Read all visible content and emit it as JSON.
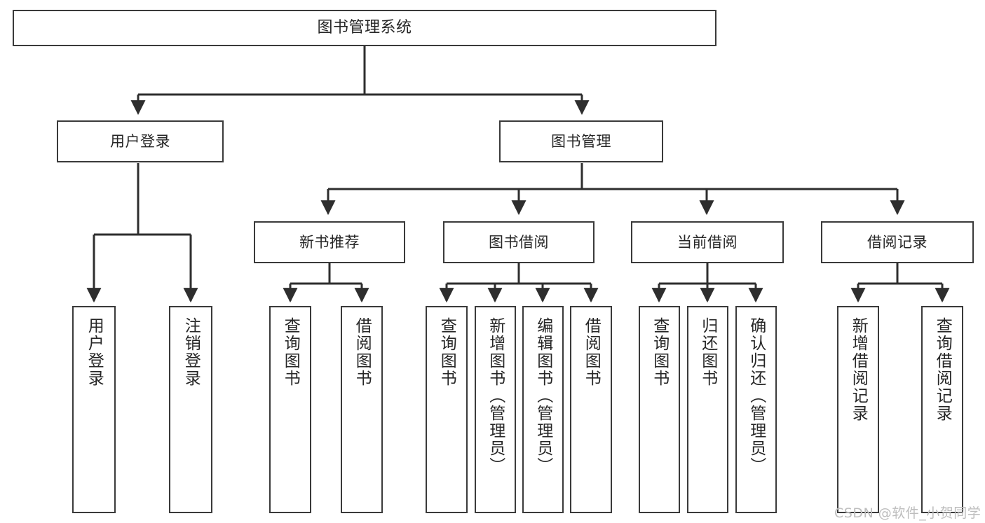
{
  "diagram": {
    "type": "tree",
    "title": "图书管理系统",
    "levels": {
      "level1": {
        "label": "图书管理系统"
      },
      "level2": [
        {
          "label": "用户登录"
        },
        {
          "label": "图书管理"
        }
      ],
      "level3": [
        {
          "label": "新书推荐"
        },
        {
          "label": "图书借阅"
        },
        {
          "label": "当前借阅"
        },
        {
          "label": "借阅记录"
        }
      ],
      "level4": [
        {
          "label": "用户登录",
          "parent": "用户登录"
        },
        {
          "label": "注销登录",
          "parent": "用户登录"
        },
        {
          "label": "查询图书",
          "parent": "新书推荐"
        },
        {
          "label": "借阅图书",
          "parent": "新书推荐"
        },
        {
          "label": "查询图书",
          "parent": "图书借阅"
        },
        {
          "label": "新增图书（管理员）",
          "parent": "图书借阅"
        },
        {
          "label": "编辑图书（管理员）",
          "parent": "图书借阅"
        },
        {
          "label": "借阅图书",
          "parent": "图书借阅"
        },
        {
          "label": "查询图书",
          "parent": "当前借阅"
        },
        {
          "label": "归还图书",
          "parent": "当前借阅"
        },
        {
          "label": "确认归还（管理员）",
          "parent": "当前借阅"
        },
        {
          "label": "新增借阅记录",
          "parent": "借阅记录"
        },
        {
          "label": "查询借阅记录",
          "parent": "借阅记录"
        }
      ]
    },
    "colors": {
      "border": "#3a3a3a",
      "text": "#262626",
      "background": "#ffffff",
      "watermark": "#bdbdbd"
    }
  },
  "watermark": {
    "text": "CSDN @软件_小贺同学"
  }
}
